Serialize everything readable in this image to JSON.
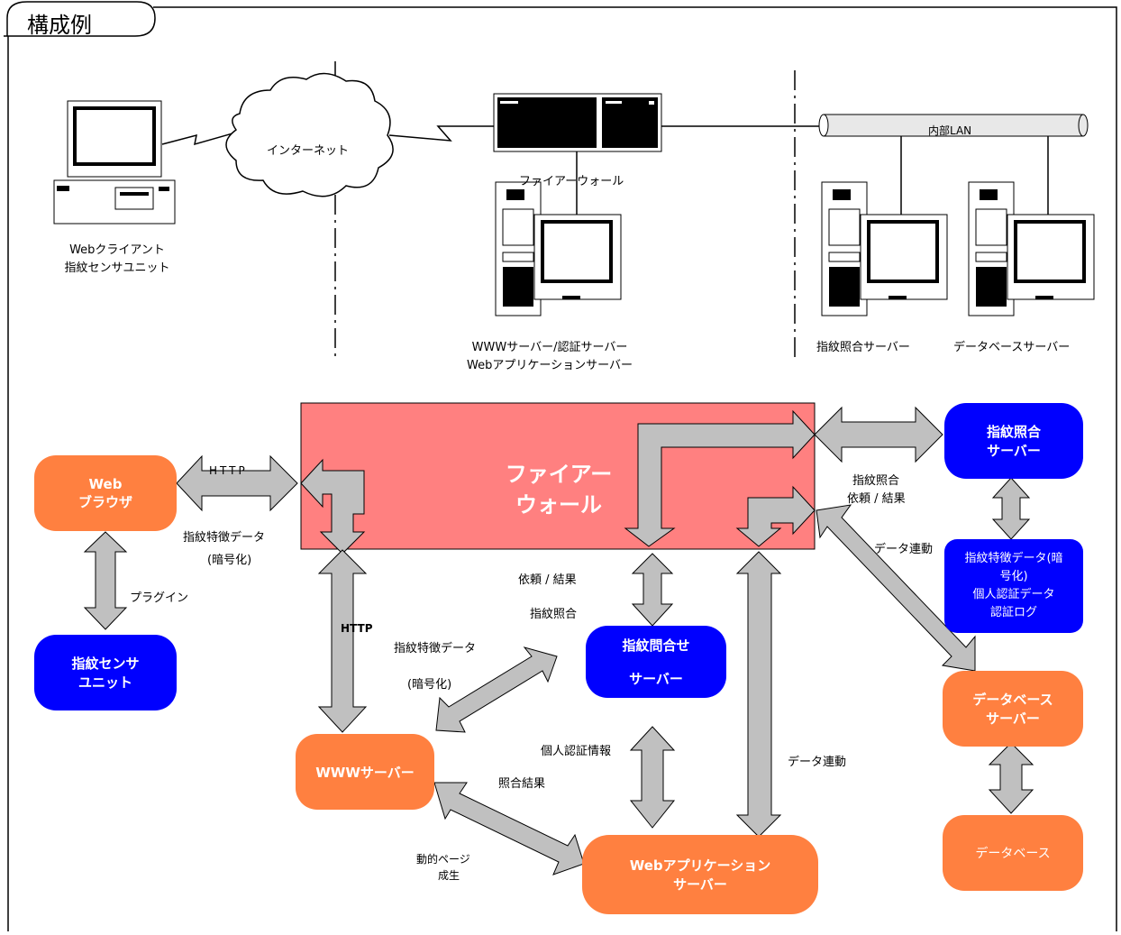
{
  "title": "構成例",
  "top": {
    "client_line1": "Webクライアント",
    "client_line2": "指紋センサユニット",
    "internet": "インターネット",
    "firewall": "ファイアーウォール",
    "lan": "内部LAN",
    "www_line1": "WWWサーバー/認証サーバー",
    "www_line2": "Webアプリケーションサーバー",
    "match_server": "指紋照合サーバー",
    "db_server": "データベースサーバー"
  },
  "boxes": {
    "firewall_line1": "ファイアー",
    "firewall_line2": "ウォール",
    "browser_line1": "Web",
    "browser_line2": "ブラウザ",
    "sensor_line1": "指紋センサ",
    "sensor_line2": "ユニット",
    "match_line1": "指紋照合",
    "match_line2": "サーバー",
    "data_line1": "指紋特徴データ(暗",
    "data_line2": "号化)",
    "data_line3": "個人認証データ",
    "data_line4": "認証ログ",
    "inquiry_line1": "指紋問合せ",
    "inquiry_line2": "サーバー",
    "www": "WWWサーバー",
    "webapp_line1": "Webアプリケーション",
    "webapp_line2": "サーバー",
    "dbserver_line1": "データベース",
    "dbserver_line2": "サーバー",
    "database": "データベース"
  },
  "labels": {
    "http_top": "HTTP",
    "feature_data": "指紋特徴データ",
    "encrypted": "(暗号化)",
    "plugin": "プラグイン",
    "http_side": "HTTP",
    "feature_data2": "指紋特徴データ",
    "encrypted2": "(暗号化)",
    "request_result": "依頼 / 結果",
    "fp_match": "指紋照合",
    "personal_auth": "個人認証情報",
    "match_result": "照合結果",
    "data_link_mid": "データ連動",
    "dynamic_line1": "動的ページ",
    "dynamic_line2": "成生",
    "right_match": "指紋照合",
    "right_request": "依頼 / 結果",
    "data_link_right": "データ連動"
  },
  "colors": {
    "firewall_fill": "#ff8080",
    "orange": "#ff8040",
    "blue": "#0000ff",
    "arrow_fill": "#c0c0c0"
  }
}
